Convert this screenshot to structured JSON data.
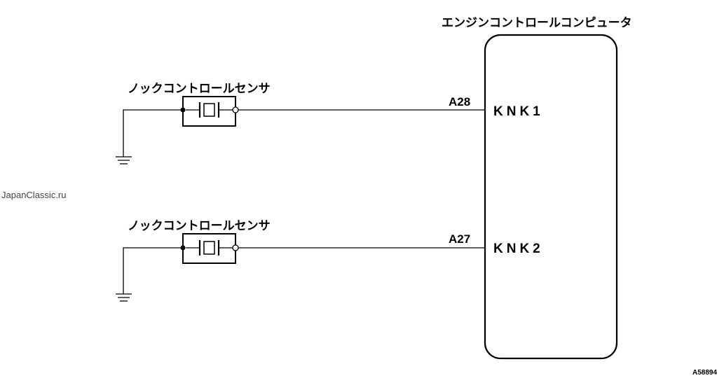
{
  "ecu": {
    "title": "エンジンコントロールコンピュータ",
    "terminals": [
      {
        "pin": "A28",
        "name": "KNK1"
      },
      {
        "pin": "A27",
        "name": "KNK2"
      }
    ]
  },
  "sensors": [
    {
      "label": "ノックコントロールセンサ"
    },
    {
      "label": "ノックコントロールセンサ"
    }
  ],
  "watermark": "JapanClassic.ru",
  "figure_code": "A58894"
}
